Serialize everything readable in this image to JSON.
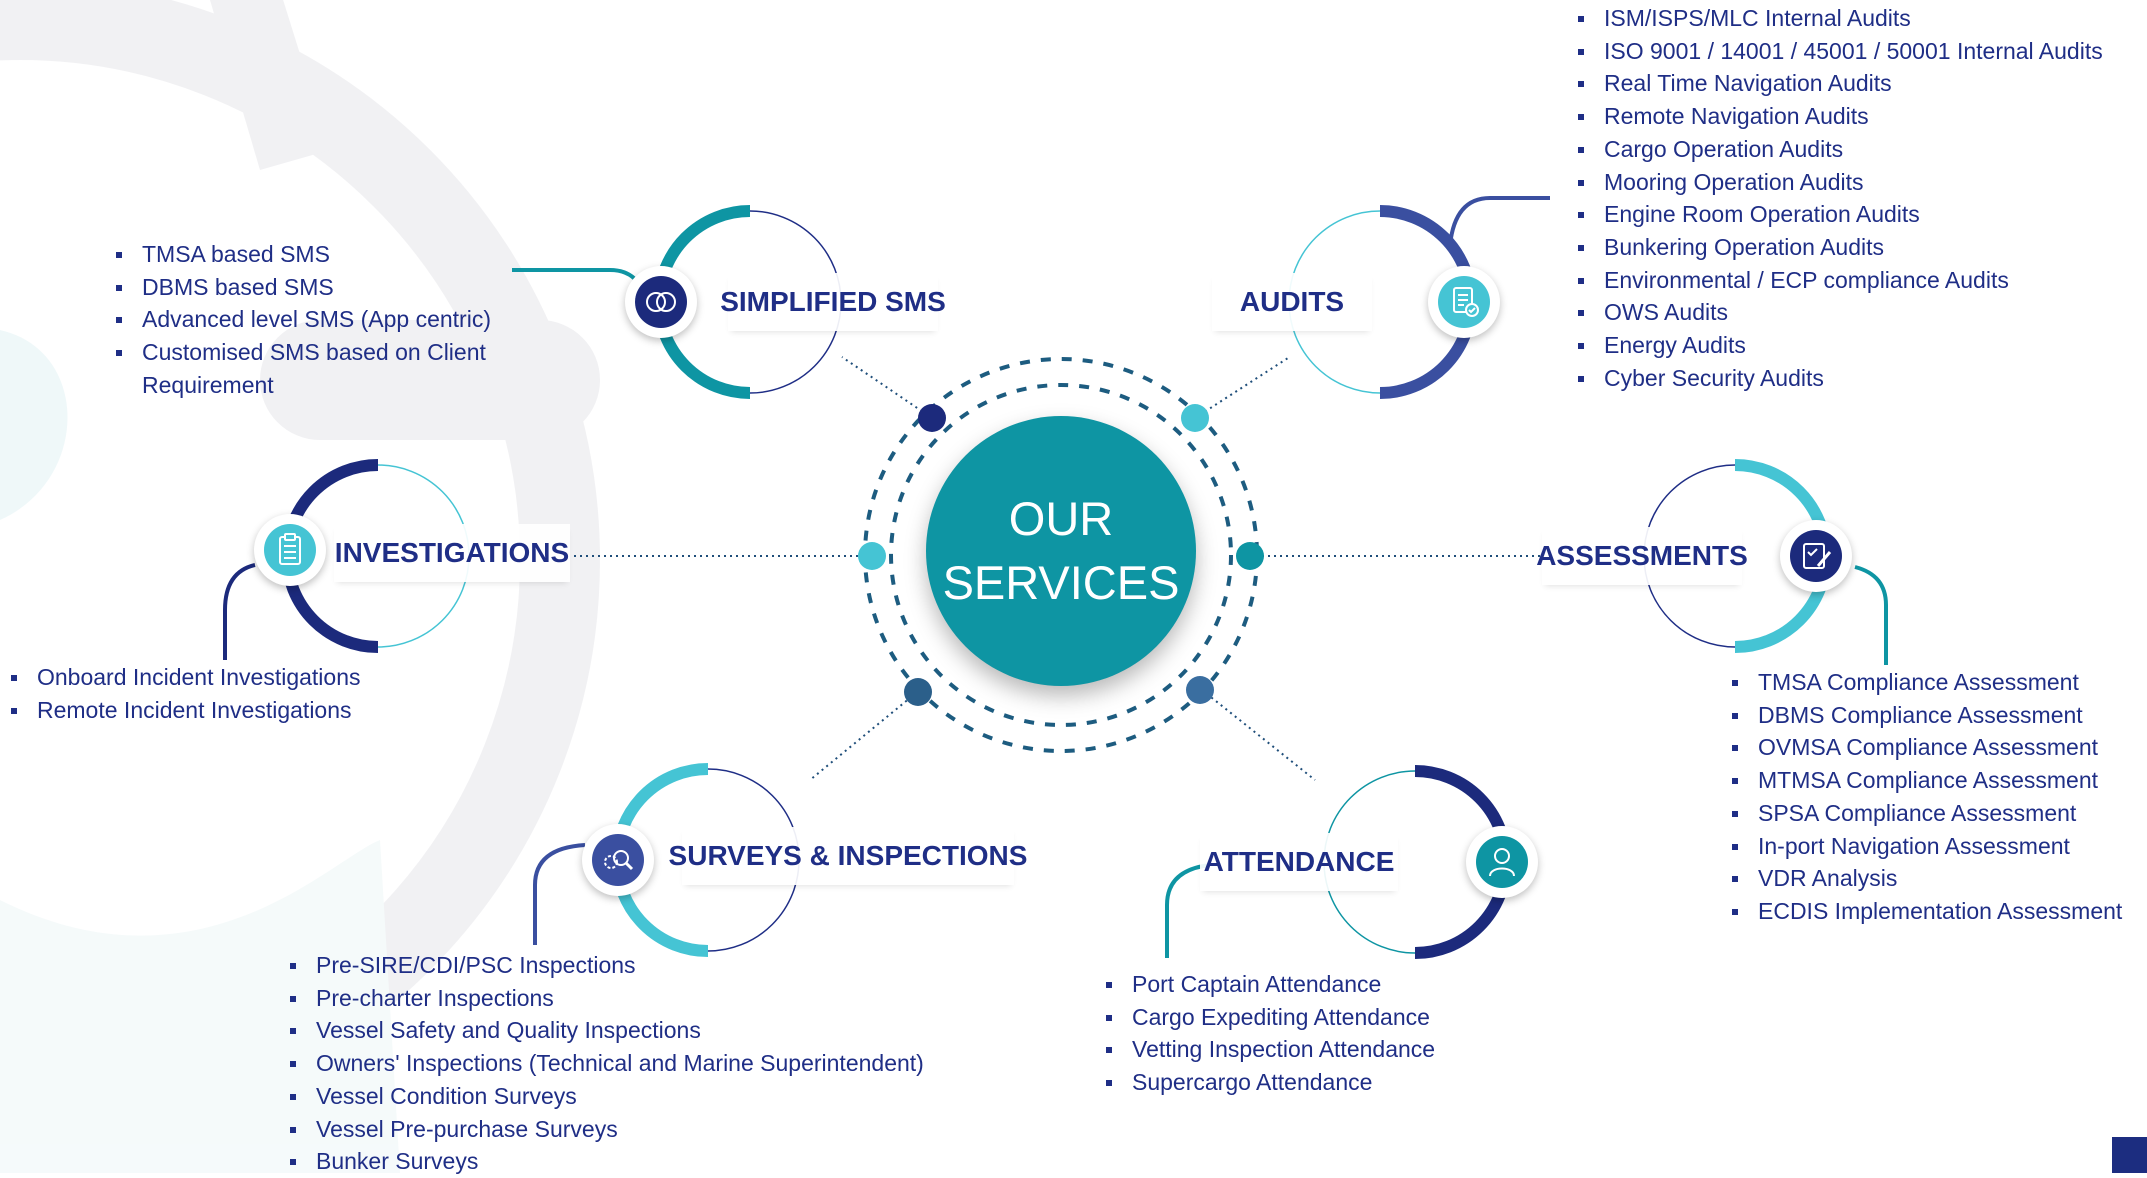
{
  "colors": {
    "navy": "#1f2e86",
    "teal": "#0e95a3",
    "cyan": "#45c4d4",
    "slate": "#2f5f8a",
    "bg_watermark": "#eeeef1"
  },
  "center": {
    "line1": "OUR",
    "line2": "SERVICES"
  },
  "simplified_sms": {
    "title": "SIMPLIFIED SMS",
    "icon": "layers-icon",
    "items": [
      "TMSA based SMS",
      "DBMS based SMS",
      "Advanced level SMS (App centric)",
      "Customised SMS based on Client",
      "Requirement"
    ]
  },
  "audits": {
    "title": "AUDITS",
    "icon": "audit-document-icon",
    "items": [
      "ISM/ISPS/MLC Internal Audits",
      "ISO 9001 / 14001 / 45001 / 50001 Internal Audits",
      "Real Time Navigation Audits",
      "Remote Navigation Audits",
      "Cargo Operation Audits",
      "Mooring Operation Audits",
      "Engine Room Operation Audits",
      "Bunkering Operation Audits",
      "Environmental / ECP compliance Audits",
      "OWS Audits",
      "Energy Audits",
      "Cyber Security Audits"
    ]
  },
  "investigations": {
    "title": "INVESTIGATIONS",
    "icon": "clipboard-icon",
    "items": [
      "Onboard Incident Investigations",
      "Remote Incident Investigations"
    ]
  },
  "assessments": {
    "title": "ASSESSMENTS",
    "icon": "assessment-pen-icon",
    "items": [
      "TMSA Compliance Assessment",
      "DBMS Compliance Assessment",
      "OVMSA Compliance Assessment",
      "MTMSA Compliance Assessment",
      "SPSA Compliance Assessment",
      "In-port Navigation Assessment",
      "VDR Analysis",
      "ECDIS Implementation Assessment"
    ]
  },
  "surveys": {
    "title": "SURVEYS & INSPECTIONS",
    "icon": "gear-search-icon",
    "items": [
      "Pre-SIRE/CDI/PSC Inspections",
      "Pre-charter Inspections",
      "Vessel Safety and Quality Inspections",
      "Owners' Inspections (Technical and Marine Superintendent)",
      "Vessel Condition Surveys",
      "Vessel Pre-purchase Surveys",
      "Bunker Surveys"
    ]
  },
  "attendance": {
    "title": "ATTENDANCE",
    "icon": "person-icon",
    "items": [
      "Port Captain Attendance",
      "Cargo Expediting Attendance",
      "Vetting Inspection Attendance",
      "Supercargo Attendance"
    ]
  }
}
